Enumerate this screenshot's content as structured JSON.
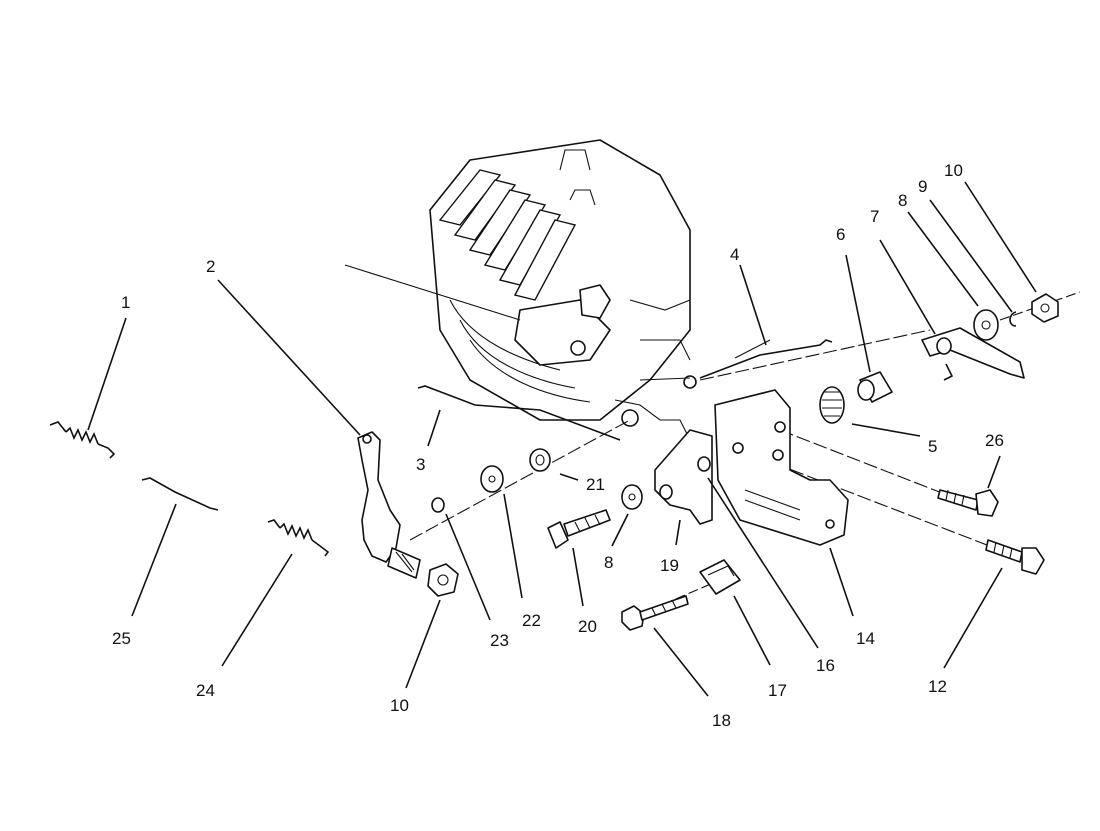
{
  "diagram": {
    "callouts": [
      {
        "id": "c1",
        "text": "1"
      },
      {
        "id": "c2",
        "text": "2"
      },
      {
        "id": "c3",
        "text": "3"
      },
      {
        "id": "c4",
        "text": "4"
      },
      {
        "id": "c5",
        "text": "5"
      },
      {
        "id": "c6",
        "text": "6"
      },
      {
        "id": "c7",
        "text": "7"
      },
      {
        "id": "c8a",
        "text": "8"
      },
      {
        "id": "c8b",
        "text": "8"
      },
      {
        "id": "c9",
        "text": "9"
      },
      {
        "id": "c10a",
        "text": "10"
      },
      {
        "id": "c10b",
        "text": "10"
      },
      {
        "id": "c12",
        "text": "12"
      },
      {
        "id": "c14",
        "text": "14"
      },
      {
        "id": "c16",
        "text": "16"
      },
      {
        "id": "c17",
        "text": "17"
      },
      {
        "id": "c18",
        "text": "18"
      },
      {
        "id": "c19",
        "text": "19"
      },
      {
        "id": "c20",
        "text": "20"
      },
      {
        "id": "c21",
        "text": "21"
      },
      {
        "id": "c22",
        "text": "22"
      },
      {
        "id": "c23",
        "text": "23"
      },
      {
        "id": "c24",
        "text": "24"
      },
      {
        "id": "c25",
        "text": "25"
      },
      {
        "id": "c26",
        "text": "26"
      }
    ]
  }
}
